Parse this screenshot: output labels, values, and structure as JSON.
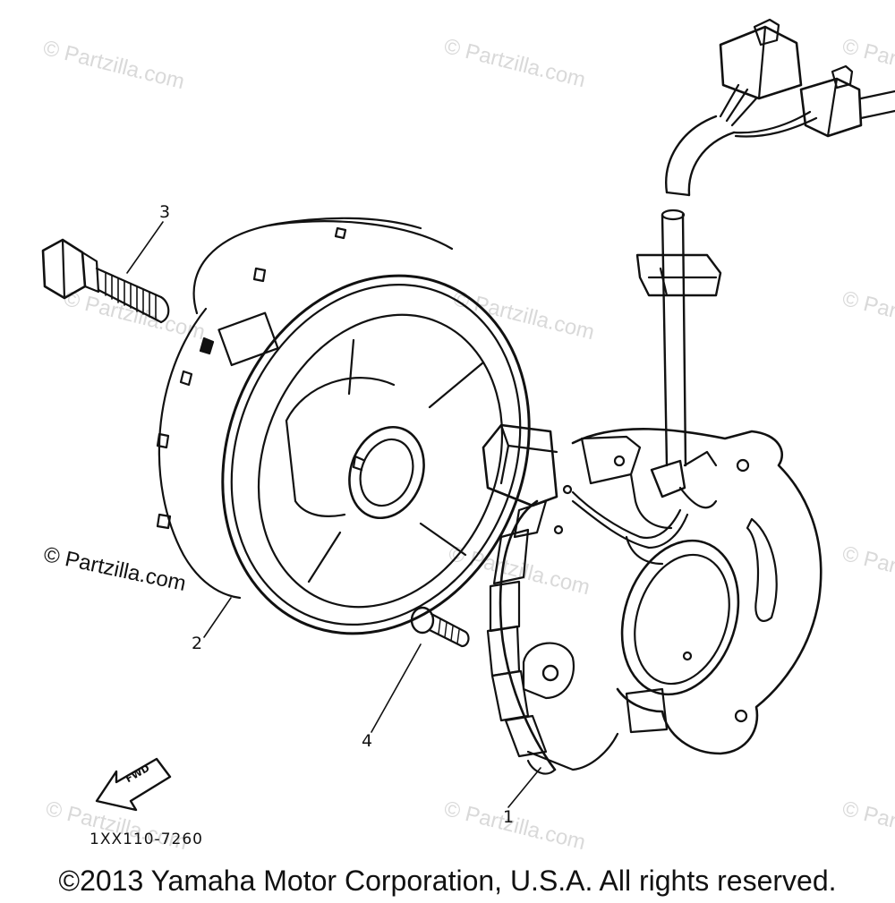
{
  "watermark_text": "© Partzilla.com",
  "watermark_color": "#d9d9d9",
  "callouts": {
    "stator": "1",
    "rotor": "2",
    "bolt": "3",
    "screw": "4"
  },
  "fwd_label": "FWD",
  "part_code": "1XX110-7260",
  "copyright": "©2013 Yamaha Motor Corporation, U.S.A. All rights reserved."
}
